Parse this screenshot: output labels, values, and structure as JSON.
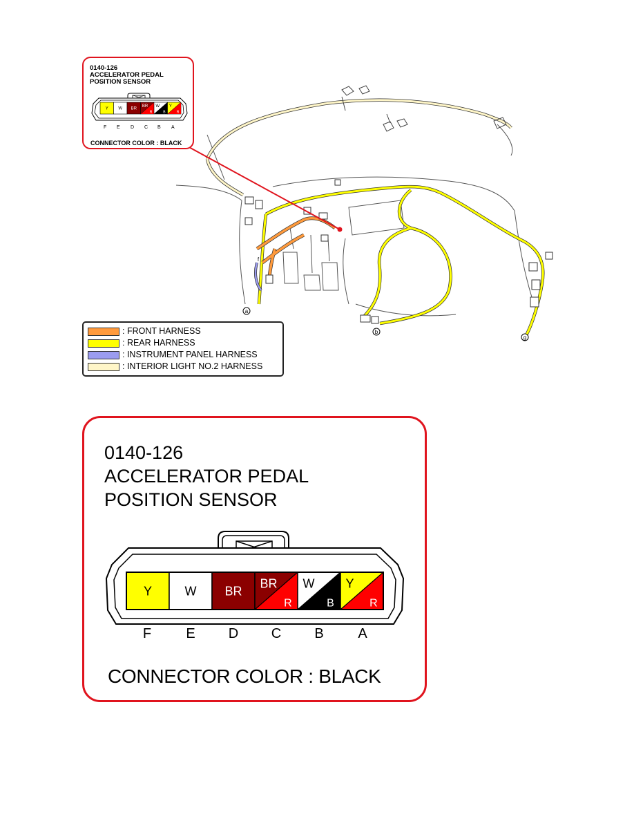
{
  "connector": {
    "code": "0140-126",
    "name_line1": "ACCELERATOR PEDAL",
    "name_line2": "POSITION SENSOR",
    "connector_color_text": "CONNECTOR COLOR : BLACK",
    "pins": [
      {
        "letter": "F",
        "top_label": "Y",
        "bottom_label": "",
        "color1": "#ffff00",
        "color2": ""
      },
      {
        "letter": "E",
        "top_label": "W",
        "bottom_label": "",
        "color1": "#ffffff",
        "color2": ""
      },
      {
        "letter": "D",
        "top_label": "BR",
        "bottom_label": "",
        "color1": "#8b0000",
        "color2": ""
      },
      {
        "letter": "C",
        "top_label": "BR",
        "bottom_label": "R",
        "color1": "#8b0000",
        "color2": "#ff0000"
      },
      {
        "letter": "B",
        "top_label": "W",
        "bottom_label": "B",
        "color1": "#ffffff",
        "color2": "#000000"
      },
      {
        "letter": "A",
        "top_label": "Y",
        "bottom_label": "R",
        "color1": "#ffff00",
        "color2": "#ff0000"
      }
    ]
  },
  "legend": [
    {
      "label": ": FRONT HARNESS",
      "color": "#ff9a3c"
    },
    {
      "label": ": REAR HARNESS",
      "color": "#ffff00"
    },
    {
      "label": ": INSTRUMENT PANEL HARNESS",
      "color": "#9b9cf0"
    },
    {
      "label": ": INTERIOR LIGHT NO.2 HARNESS",
      "color": "#fff6c8"
    }
  ],
  "location_markers": [
    "a",
    "b",
    "g",
    "f"
  ],
  "colors": {
    "callout_border": "#e0141e",
    "locator_dot": "#e0141e"
  }
}
